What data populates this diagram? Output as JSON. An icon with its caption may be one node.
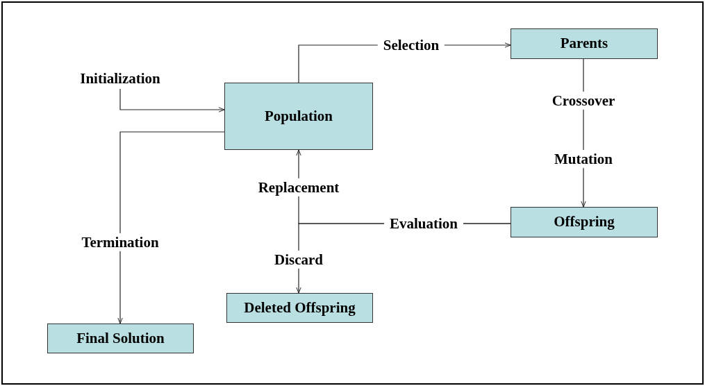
{
  "diagram": {
    "nodes": [
      {
        "text": [
          "Population"
        ]
      },
      {
        "text": [
          "Parents"
        ]
      },
      {
        "text": [
          "Offspring"
        ]
      },
      {
        "text": [
          "Deleted Offspring"
        ]
      },
      {
        "text": [
          "Final Solution"
        ]
      },
      {
        "text": [
          "Initialization"
        ]
      }
    ],
    "edges": [
      {
        "from": 5,
        "to": 0,
        "arrow": "to"
      },
      {
        "from": 0,
        "to": 1,
        "label": "Selection",
        "arrow": "to"
      },
      {
        "from": 1,
        "to": 2,
        "label": "Crossover",
        "arrow": "to"
      },
      {
        "from": 2,
        "to": 0,
        "label": "Replacement",
        "arrow": "to"
      },
      {
        "from": 2,
        "to": 3,
        "label": "Discard",
        "arrow": "to"
      },
      {
        "from": 0,
        "to": 4,
        "label": "Termination",
        "arrow": "to"
      }
    ],
    "labels": [
      "Mutation",
      "Evaluation"
    ]
  }
}
